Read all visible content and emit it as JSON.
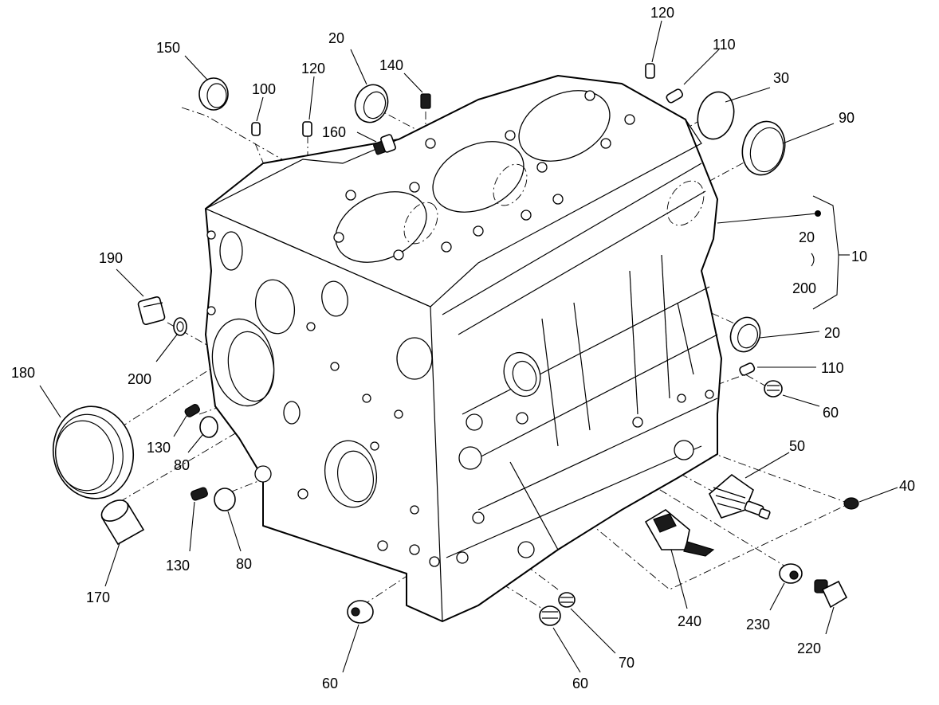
{
  "labels": {
    "l10": "10",
    "l20a": "20",
    "l20b": "20",
    "l20c": "20",
    "l30": "30",
    "l40": "40",
    "l50": "50",
    "l60a": "60",
    "l60b": "60",
    "l60c": "60",
    "l70": "70",
    "l80a": "80",
    "l80b": "80",
    "l90": "90",
    "l100": "100",
    "l110a": "110",
    "l110b": "110",
    "l120a": "120",
    "l120b": "120",
    "l130a": "130",
    "l130b": "130",
    "l140": "140",
    "l150": "150",
    "l160": "160",
    "l170": "170",
    "l180": "180",
    "l190": "190",
    "l200a": "200",
    "l200b": "200",
    "l220": "220",
    "l230": "230",
    "l240": "240"
  },
  "kit_group": {
    "members": [
      "20",
      "200"
    ],
    "label": "10"
  }
}
